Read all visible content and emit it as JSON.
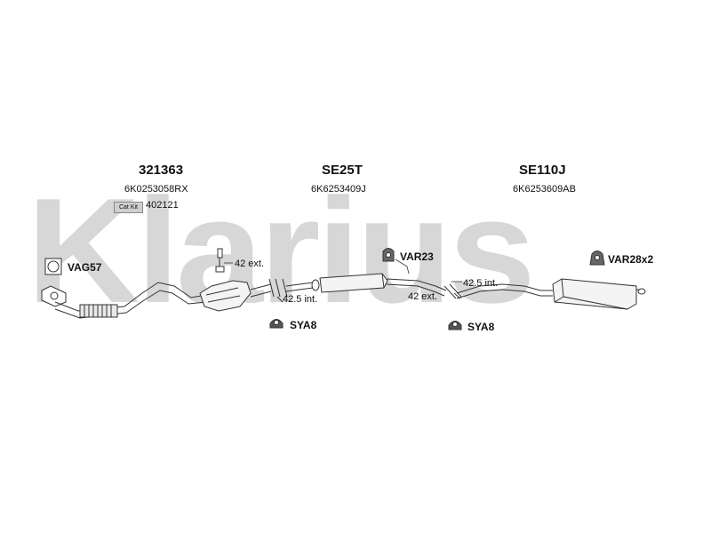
{
  "watermark": "Klarius",
  "parts": {
    "front": {
      "number": "321363",
      "oe": "6K0253058RX",
      "catkit_label": "Cat Kit",
      "catkit_number": "402121"
    },
    "middle": {
      "number": "SE25T",
      "oe": "6K6253409J"
    },
    "rear": {
      "number": "SE110J",
      "oe": "6K6253609AB"
    }
  },
  "fittings": {
    "gasket": "VAG57",
    "mount_mid": "VAR23",
    "mount_rear": "VAR28x2",
    "clamp_left": "SYA8",
    "clamp_right": "SYA8"
  },
  "dimensions": {
    "left_ext": "42 ext.",
    "left_int": "42.5 int.",
    "right_int": "42.5 int.",
    "right_ext": "42 ext."
  }
}
